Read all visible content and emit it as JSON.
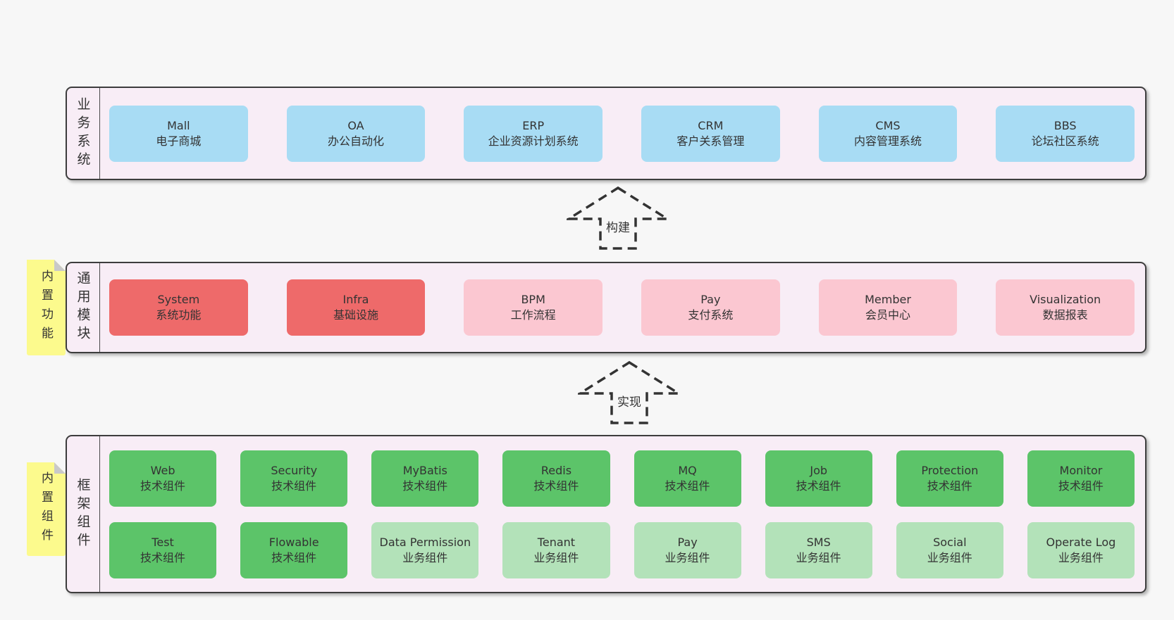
{
  "colors": {
    "page_bg": "#f7f7f7",
    "panel_bg": "#f8edf6",
    "panel_border": "#3d3d3d",
    "blue": "#a8dcf4",
    "red": "#ee6a6a",
    "pink": "#fbc7d1",
    "green_dark": "#5cc469",
    "green_light": "#b3e2b9",
    "note_yellow": "#fcfa8d",
    "note_fold": "#c9c9c9",
    "text": "#333333"
  },
  "arrows": [
    {
      "label": "构建"
    },
    {
      "label": "实现"
    }
  ],
  "layers": [
    {
      "id": "business-systems",
      "label": "业务系统",
      "note": null,
      "boxes": [
        {
          "name": "Mall",
          "desc": "电子商城",
          "type": "blue"
        },
        {
          "name": "OA",
          "desc": "办公自动化",
          "type": "blue"
        },
        {
          "name": "ERP",
          "desc": "企业资源计划系统",
          "type": "blue"
        },
        {
          "name": "CRM",
          "desc": "客户关系管理",
          "type": "blue"
        },
        {
          "name": "CMS",
          "desc": "内容管理系统",
          "type": "blue"
        },
        {
          "name": "BBS",
          "desc": "论坛社区系统",
          "type": "blue"
        }
      ]
    },
    {
      "id": "common-modules",
      "label": "通用模块",
      "note": "内置功能",
      "boxes": [
        {
          "name": "System",
          "desc": "系统功能",
          "type": "red"
        },
        {
          "name": "Infra",
          "desc": "基础设施",
          "type": "red"
        },
        {
          "name": "BPM",
          "desc": "工作流程",
          "type": "pink"
        },
        {
          "name": "Pay",
          "desc": "支付系统",
          "type": "pink"
        },
        {
          "name": "Member",
          "desc": "会员中心",
          "type": "pink"
        },
        {
          "name": "Visualization",
          "desc": "数据报表",
          "type": "pink"
        }
      ]
    },
    {
      "id": "framework-components",
      "label": "框架组件",
      "note": "内置组件",
      "boxes": [
        {
          "name": "Web",
          "desc": "技术组件",
          "type": "green-dark"
        },
        {
          "name": "Security",
          "desc": "技术组件",
          "type": "green-dark"
        },
        {
          "name": "MyBatis",
          "desc": "技术组件",
          "type": "green-dark"
        },
        {
          "name": "Redis",
          "desc": "技术组件",
          "type": "green-dark"
        },
        {
          "name": "MQ",
          "desc": "技术组件",
          "type": "green-dark"
        },
        {
          "name": "Job",
          "desc": "技术组件",
          "type": "green-dark"
        },
        {
          "name": "Protection",
          "desc": "技术组件",
          "type": "green-dark"
        },
        {
          "name": "Monitor",
          "desc": "技术组件",
          "type": "green-dark"
        },
        {
          "name": "Test",
          "desc": "技术组件",
          "type": "green-dark"
        },
        {
          "name": "Flowable",
          "desc": "技术组件",
          "type": "green-dark"
        },
        {
          "name": "Data Permission",
          "desc": "业务组件",
          "type": "green-light"
        },
        {
          "name": "Tenant",
          "desc": "业务组件",
          "type": "green-light"
        },
        {
          "name": "Pay",
          "desc": "业务组件",
          "type": "green-light"
        },
        {
          "name": "SMS",
          "desc": "业务组件",
          "type": "green-light"
        },
        {
          "name": "Social",
          "desc": "业务组件",
          "type": "green-light"
        },
        {
          "name": "Operate Log",
          "desc": "业务组件",
          "type": "green-light"
        }
      ]
    }
  ]
}
